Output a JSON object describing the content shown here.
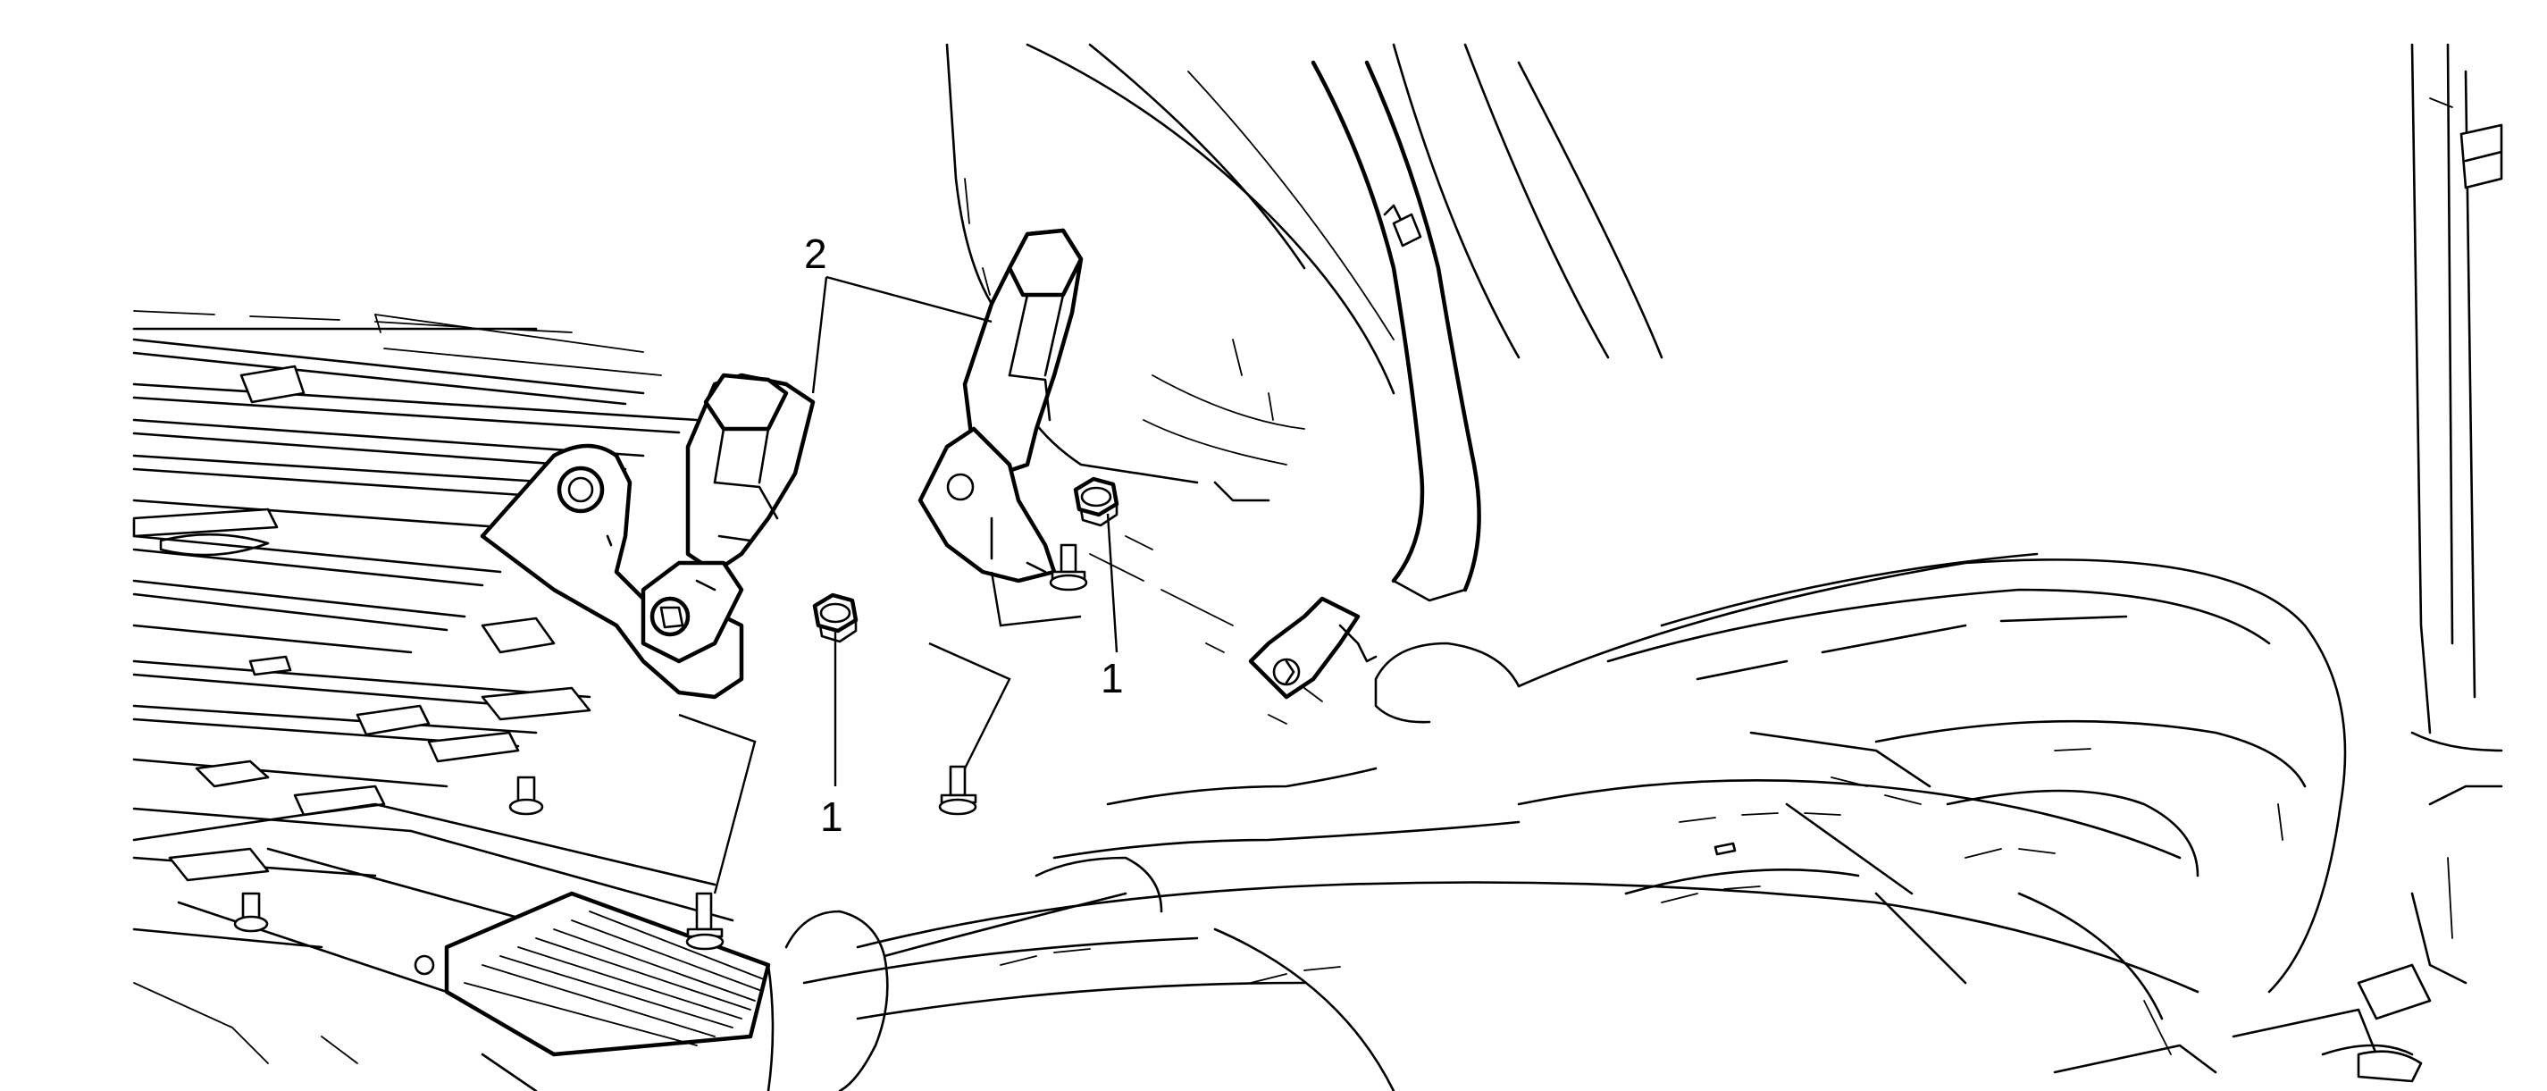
{
  "diagram": {
    "callouts": [
      {
        "id": "callout-1-right",
        "label": "1"
      },
      {
        "id": "callout-1-left",
        "label": "1"
      },
      {
        "id": "callout-2",
        "label": "2"
      }
    ]
  }
}
